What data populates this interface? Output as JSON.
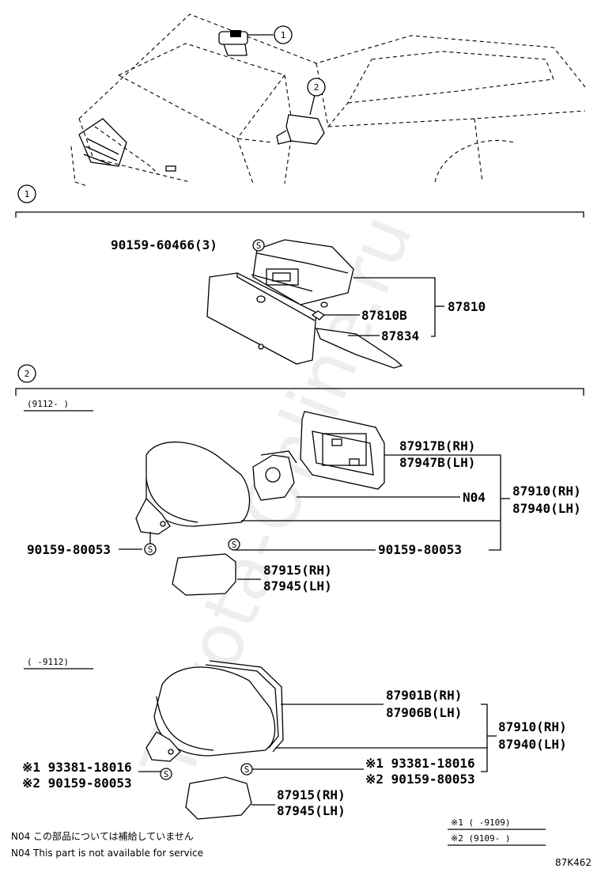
{
  "watermark": "Toyota-Online.ru",
  "callouts": {
    "c1": "1",
    "c2": "2"
  },
  "section1": {
    "index": "1",
    "screw": "90159-60466(3)",
    "sub": "87810B",
    "assembly": "87810",
    "cover": "87834"
  },
  "section2a": {
    "index": "2",
    "date_range": "(9112-    )",
    "glass_rh": "87917B(RH)",
    "glass_lh": "87947B(LH)",
    "assy_rh": "87910(RH)",
    "assy_lh": "87940(LH)",
    "n04": "N04",
    "screw_left": "90159-80053",
    "screw_right": "90159-80053",
    "cover_rh": "87915(RH)",
    "cover_lh": "87945(LH)"
  },
  "section2b": {
    "date_range": "(    -9112)",
    "glass_rh": "87901B(RH)",
    "glass_lh": "87906B(LH)",
    "assy_rh": "87910(RH)",
    "assy_lh": "87940(LH)",
    "left_screw1": "※1 93381-18016",
    "left_screw2": "※2 90159-80053",
    "right_screw1": "※1 93381-18016",
    "right_screw2": "※2 90159-80053",
    "cover_rh": "87915(RH)",
    "cover_lh": "87945(LH)"
  },
  "footnotes": {
    "jp": "N04 この部品については補給していません",
    "en": "N04 This part is not available for service",
    "legend1": "※1 (    -9109)",
    "legend2": "※2 (9109-    )",
    "code": "87K462"
  }
}
